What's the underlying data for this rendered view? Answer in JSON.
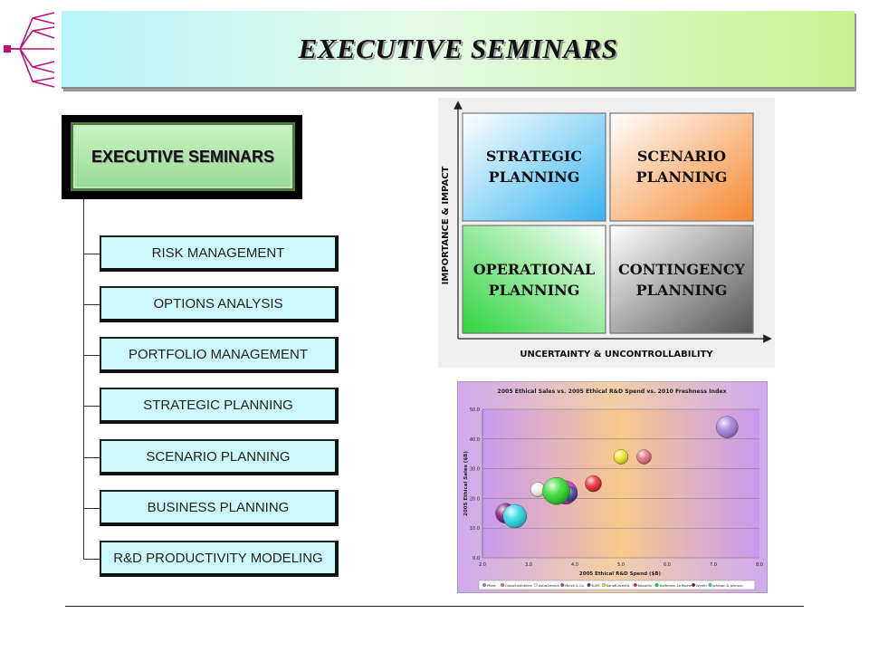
{
  "header": {
    "title": "EXECUTIVE SEMINARS"
  },
  "tree": {
    "root_label": "EXECUTIVE SEMINARS",
    "items": [
      {
        "label": "RISK MANAGEMENT"
      },
      {
        "label": "OPTIONS ANALYSIS"
      },
      {
        "label": "PORTFOLIO MANAGEMENT"
      },
      {
        "label": "STRATEGIC PLANNING"
      },
      {
        "label": "SCENARIO PLANNING"
      },
      {
        "label": "BUSINESS PLANNING"
      },
      {
        "label": "R&D PRODUCTIVITY MODELING"
      }
    ]
  },
  "matrix": {
    "y_axis_label": "IMPORTANCE & IMPACT",
    "x_axis_label": "UNCERTAINTY & UNCONTROLLABILITY",
    "quadrants": [
      {
        "line1": "STRATEGIC",
        "line2": "PLANNING",
        "color": "#36b4f0"
      },
      {
        "line1": "SCENARIO",
        "line2": "PLANNING",
        "color": "#f5872d"
      },
      {
        "line1": "OPERATIONAL",
        "line2": "PLANNING",
        "color": "#2ed43c"
      },
      {
        "line1": "CONTINGENCY",
        "line2": "PLANNING",
        "color": "#6a6a6a"
      }
    ]
  },
  "chart_data": {
    "type": "scatter",
    "title": "2005 Ethical Sales vs. 2005 Ethical R&D Spend vs. 2010 Freshness Index",
    "xlabel": "2005 Ethical R&D Spend ($B)",
    "ylabel": "2005 Ethical Sales ($B)",
    "xlim": [
      2.0,
      8.0
    ],
    "ylim": [
      0.0,
      50.0
    ],
    "x_ticks": [
      "2.0",
      "3.0",
      "4.0",
      "5.0",
      "6.0",
      "7.0",
      "8.0"
    ],
    "y_ticks": [
      "0.0",
      "10.0",
      "20.0",
      "30.0",
      "40.0",
      "50.0"
    ],
    "grid": true,
    "legend_position": "bottom",
    "series": [
      {
        "name": "Pfizer",
        "x": 7.3,
        "y": 44.0,
        "size": 12,
        "color": "#a07ad8"
      },
      {
        "name": "GlaxoSmithKline",
        "x": 5.5,
        "y": 34.0,
        "size": 8,
        "color": "#e26a7a"
      },
      {
        "name": "AstraZeneca",
        "x": 3.2,
        "y": 23.0,
        "size": 8,
        "color": "#f4f0e6"
      },
      {
        "name": "Merck & Co.",
        "x": 3.8,
        "y": 22.0,
        "size": 13,
        "color": "#c02fc0"
      },
      {
        "name": "B-MS",
        "x": 3.9,
        "y": 21.5,
        "size": 8,
        "color": "#3a3a9a"
      },
      {
        "name": "Sanofi-Aventis",
        "x": 5.0,
        "y": 34.0,
        "size": 8,
        "color": "#f0e020"
      },
      {
        "name": "Novartis",
        "x": 4.4,
        "y": 25.0,
        "size": 9,
        "color": "#e8202a"
      },
      {
        "name": "Hoffmann-La Roche",
        "x": 3.6,
        "y": 22.5,
        "size": 15,
        "color": "#24d824"
      },
      {
        "name": "Wyeth",
        "x": 2.5,
        "y": 15.0,
        "size": 11,
        "color": "#7a106e"
      },
      {
        "name": "Johnson & Johnson",
        "x": 2.7,
        "y": 14.0,
        "size": 13,
        "color": "#20d4e4"
      }
    ]
  }
}
